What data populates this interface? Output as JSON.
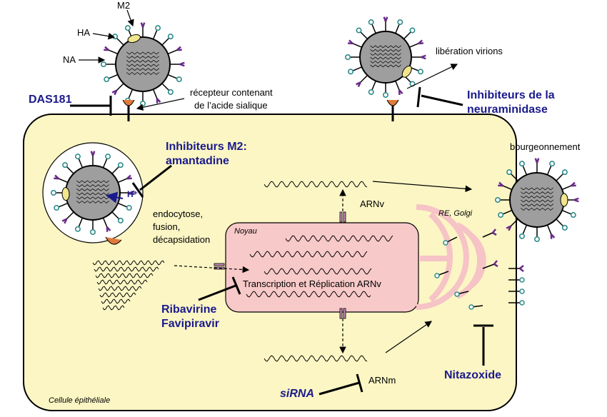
{
  "labels": {
    "m2": "M2",
    "ha": "HA",
    "na": "NA",
    "receptor_line1": "récepteur contenant",
    "receptor_line2": "de l’acide sialique",
    "liberation": "libération virions",
    "bourgeonnement": "bourgeonnement",
    "endocytose_line1": "endocytose,",
    "endocytose_line2": "fusion,",
    "endocytose_line3": "décapsidation",
    "h_plus": "H⁺",
    "noyau": "Noyau",
    "arnv": "ARNv",
    "arnm": "ARNm",
    "re_golgi": "RE, Golgi",
    "transcription": "Transcription et Réplication ARNv",
    "cellule": "Cellule épithéliale"
  },
  "drugs": {
    "das181": "DAS181",
    "inhib_na_line1": "Inhibiteurs de la",
    "inhib_na_line2": "neuraminidase",
    "inhib_m2_line1": "Inhibiteurs M2:",
    "inhib_m2_line2": "amantadine",
    "ribavirine": "Ribavirine",
    "favipiravir": "Favipiravir",
    "sirna": "siRNA",
    "nitazoxide": "Nitazoxide"
  },
  "colors": {
    "cell_fill": "#fbf6c4",
    "nucleus_fill": "#f7c9c8",
    "virus_fill": "#9e9e9e",
    "drug_text": "#1a1a8c",
    "golgi": "#f6c3c6",
    "ha_spike": "#2e8b8b",
    "na_spike": "#6a2a8a",
    "m2_channel": "#f1e68c",
    "receptor": "#e07a3a"
  }
}
